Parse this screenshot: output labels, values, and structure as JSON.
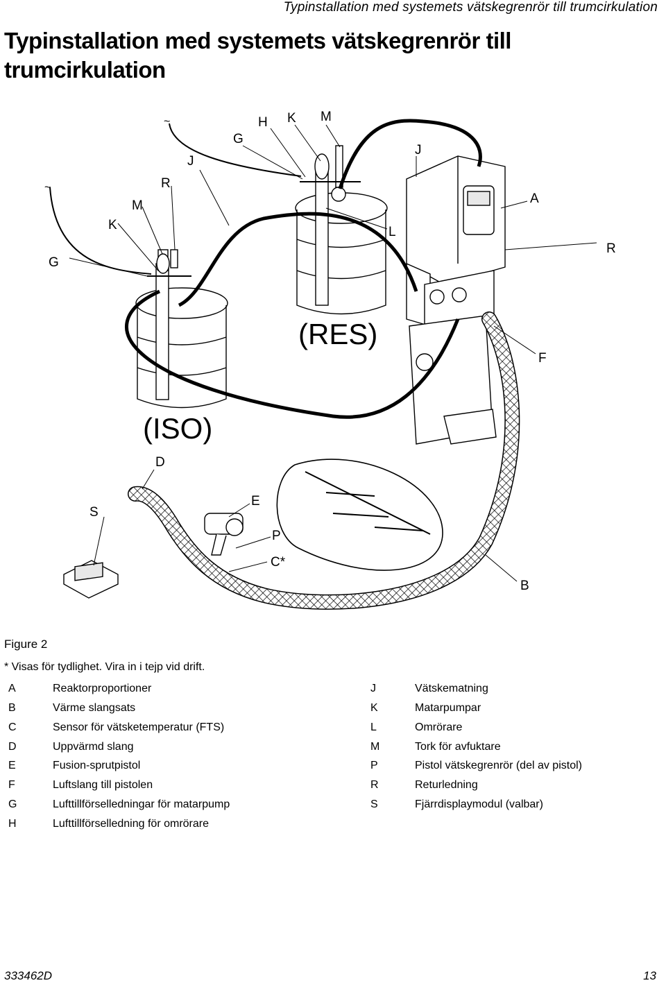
{
  "header": {
    "running_title": "Typinstallation med systemets vätskegrenrör till trumcirkulation",
    "page_title": "Typinstallation med systemets vätskegrenrör till trumcirkulation"
  },
  "figure": {
    "drum_labels": {
      "iso": "(ISO)",
      "res": "(RES)"
    },
    "callouts": {
      "G_left": "G",
      "K_left": "K",
      "M_left": "M",
      "R_left": "R",
      "J_left": "J",
      "G_top": "G",
      "H": "H",
      "K_top": "K",
      "M_top": "M",
      "J_right": "J",
      "L": "L",
      "A": "A",
      "R_right": "R",
      "F": "F",
      "D": "D",
      "S": "S",
      "E": "E",
      "P": "P",
      "C": "C*",
      "B": "B"
    },
    "caption": "Figure 2",
    "note": "* Visas för tydlighet. Vira in i tejp vid drift."
  },
  "legend": {
    "left": [
      {
        "key": "A",
        "text": "Reaktorproportioner"
      },
      {
        "key": "B",
        "text": "Värme slangsats"
      },
      {
        "key": "C",
        "text": "Sensor för vätsketemperatur (FTS)"
      },
      {
        "key": "D",
        "text": "Uppvärmd slang"
      },
      {
        "key": "E",
        "text": "Fusion-sprutpistol"
      },
      {
        "key": "F",
        "text": "Luftslang till pistolen"
      },
      {
        "key": "G",
        "text": "Lufttillförselledningar för matarpump"
      },
      {
        "key": "H",
        "text": "Lufttillförselledning för omrörare"
      }
    ],
    "right": [
      {
        "key": "J",
        "text": "Vätskematning"
      },
      {
        "key": "K",
        "text": "Matarpumpar"
      },
      {
        "key": "L",
        "text": "Omrörare"
      },
      {
        "key": "M",
        "text": "Tork för avfuktare"
      },
      {
        "key": "P",
        "text": "Pistol vätskegrenrör (del av pistol)"
      },
      {
        "key": "R",
        "text": "Returledning"
      },
      {
        "key": "S",
        "text": "Fjärrdisplaymodul (valbar)"
      }
    ]
  },
  "footer": {
    "doc_number": "333462D",
    "page_number": "13"
  }
}
